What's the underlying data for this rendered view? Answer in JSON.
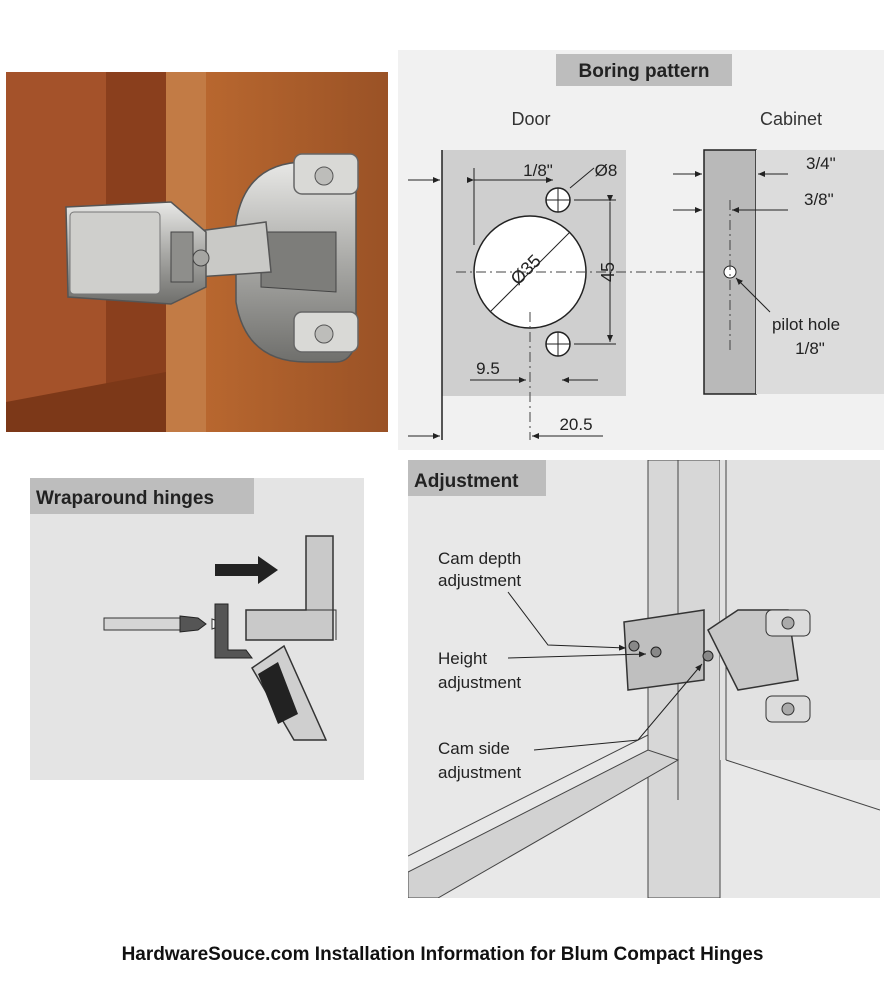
{
  "boring_pattern": {
    "title": "Boring pattern",
    "door_label": "Door",
    "cabinet_label": "Cabinet",
    "dim_1_8": "1/8\"",
    "dim_hole_dia": "Ø8",
    "dim_cup_dia": "Ø35",
    "dim_spacing": "45",
    "dim_9_5": "9.5",
    "dim_20_5": "20.5",
    "dim_3_4": "3/4\"",
    "dim_3_8": "3/8\"",
    "pilot_line1": "pilot hole",
    "pilot_line2": "1/8\""
  },
  "wraparound": {
    "title": "Wraparound hinges"
  },
  "adjustment": {
    "title": "Adjustment",
    "cam_depth_1": "Cam depth",
    "cam_depth_2": "adjustment",
    "height_1": "Height",
    "height_2": "adjustment",
    "cam_side_1": "Cam side",
    "cam_side_2": "adjustment"
  },
  "caption": "HardwareSouce.com Installation Information for Blum Compact Hinges"
}
